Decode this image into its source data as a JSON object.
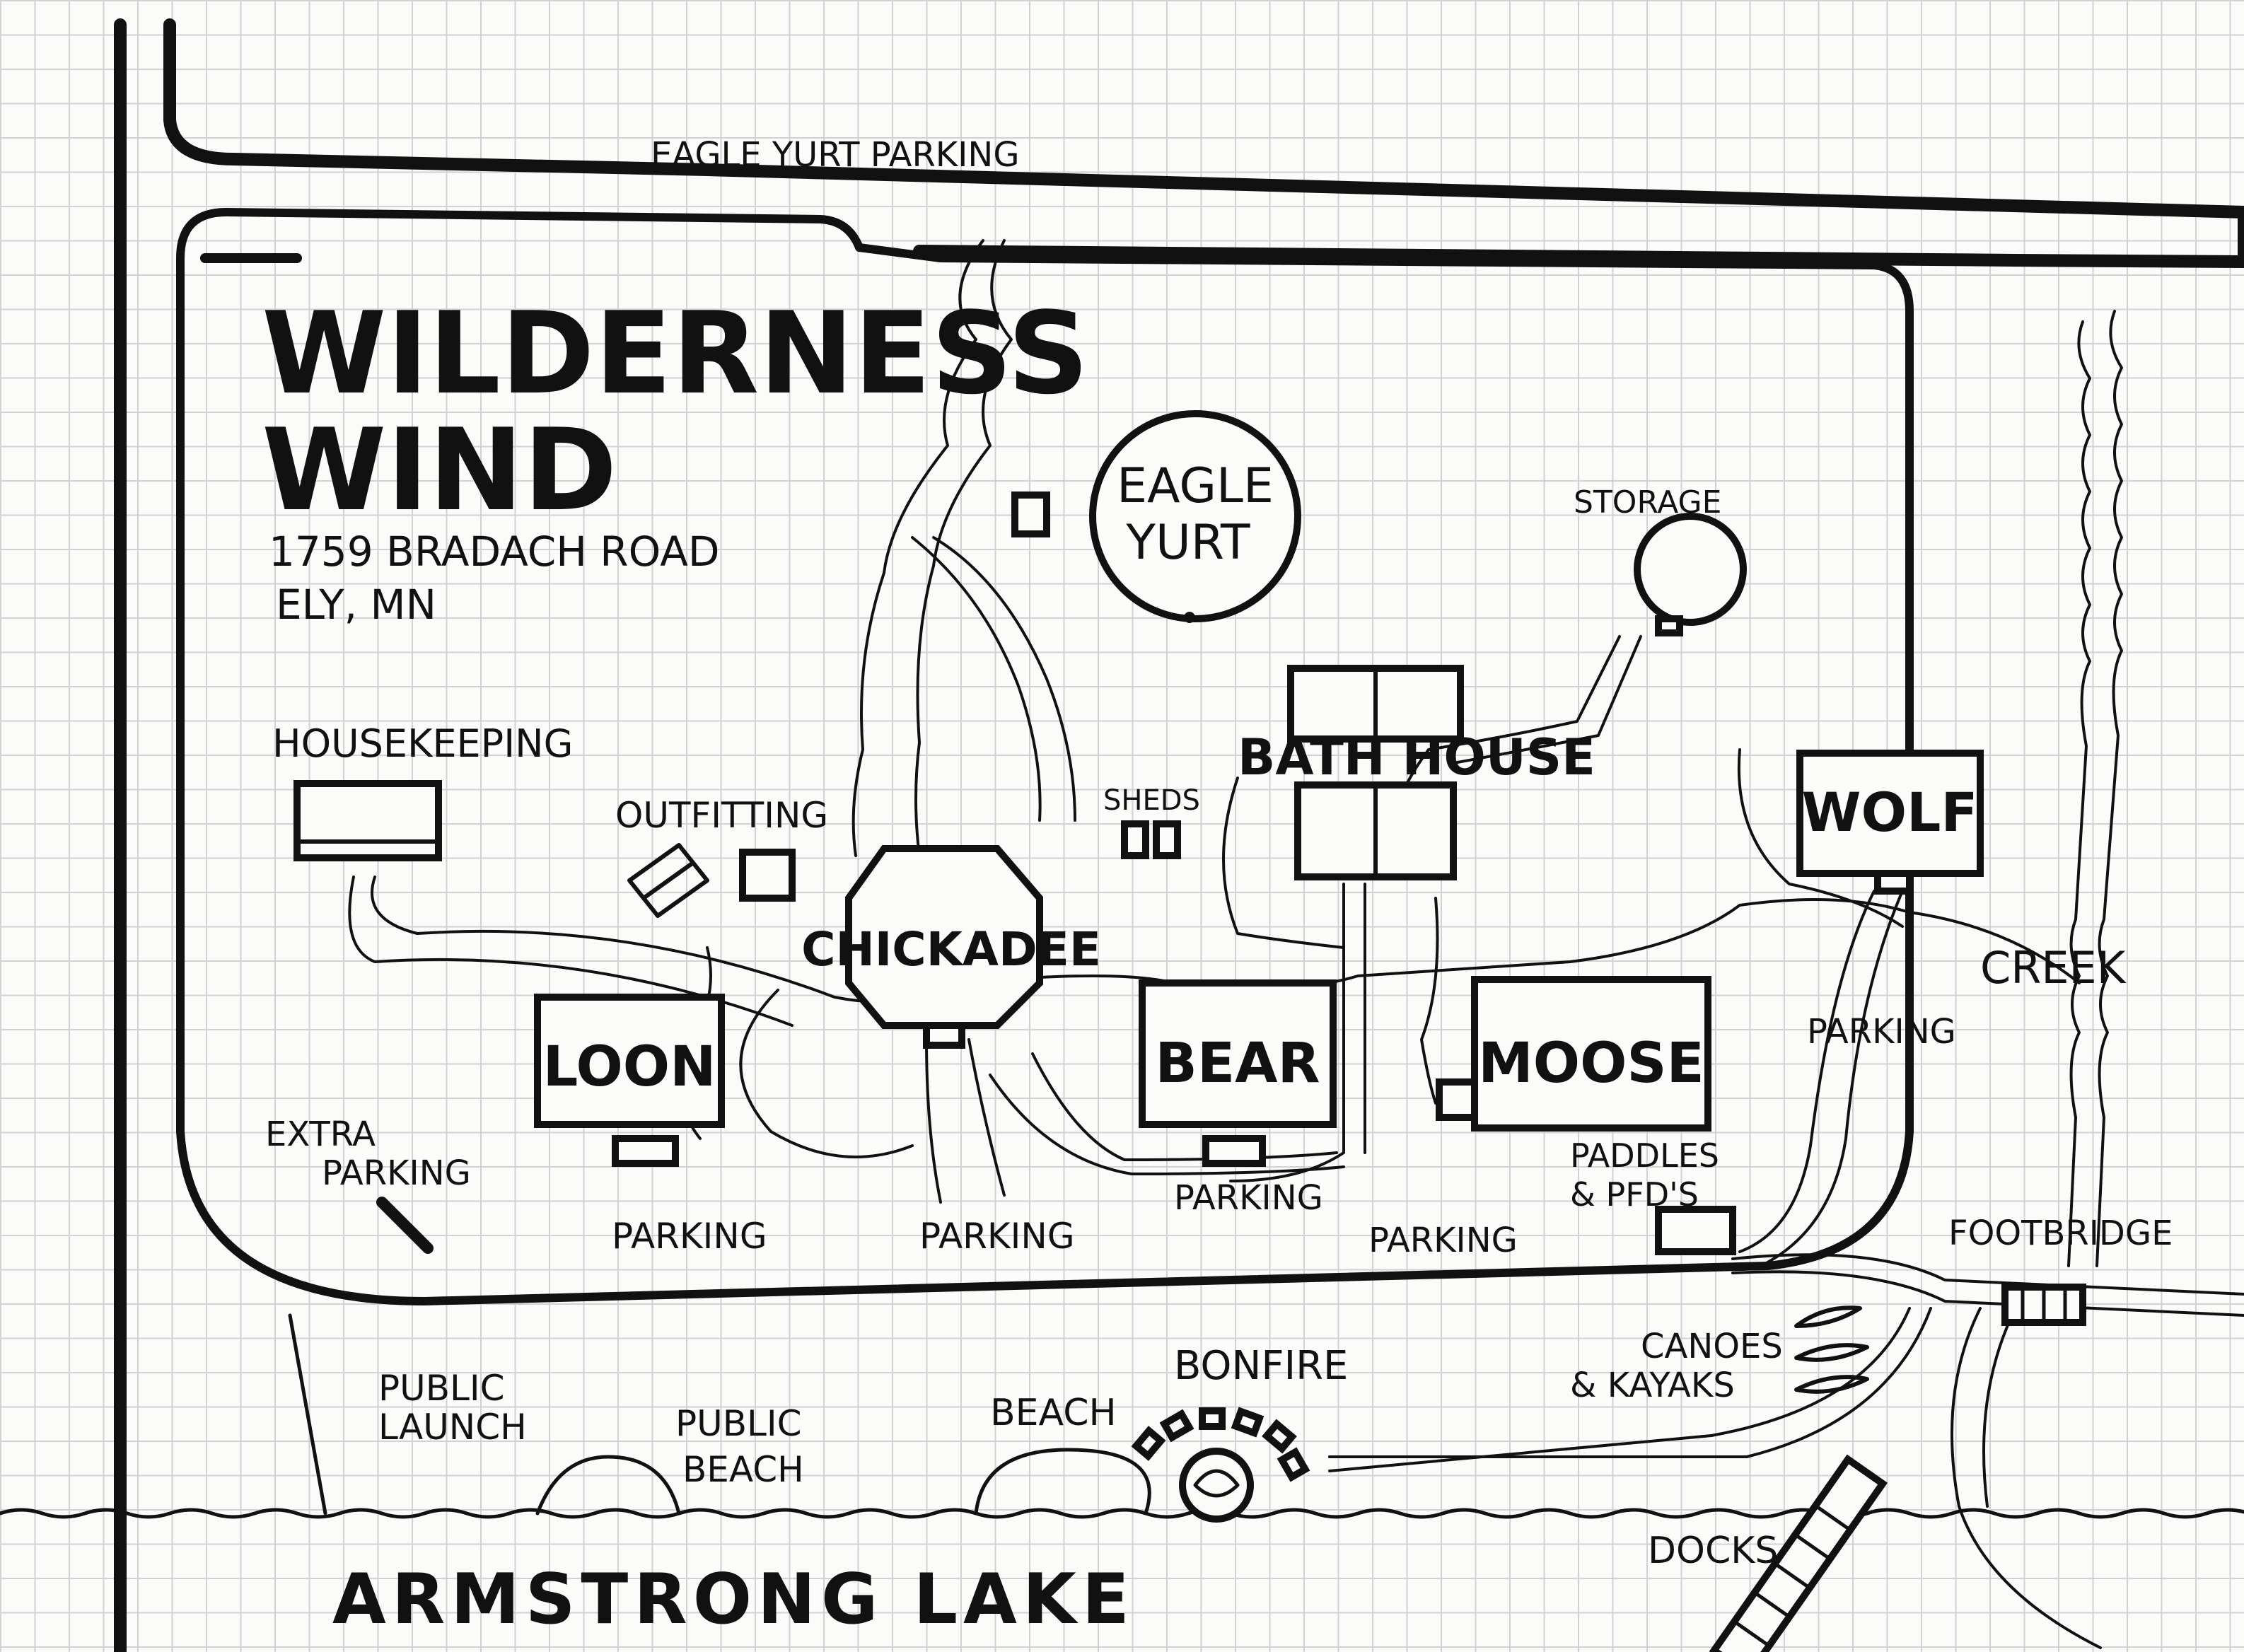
{
  "title_line1": "WILDERNESS",
  "title_line2": "WIND",
  "address_line1": "1759 BRADACH ROAD",
  "address_line2": "ELY, MN",
  "labels": {
    "eagle_yurt_parking": "EAGLE YURT PARKING",
    "eagle_yurt_1": "EAGLE",
    "eagle_yurt_2": "YURT",
    "storage": "STORAGE",
    "housekeeping": "HOUSEKEEPING",
    "outfitting": "OUTFITTING",
    "sheds": "SHEDS",
    "bath_house": "BATH HOUSE",
    "wolf": "WOLF",
    "creek": "CREEK",
    "chickadee": "CHICKADEE",
    "loon": "LOON",
    "bear": "BEAR",
    "moose": "MOOSE",
    "wolf_parking": "PARKING",
    "extra_parking_1": "EXTRA",
    "extra_parking_2": "PARKING",
    "loon_parking": "PARKING",
    "chickadee_parking": "PARKING",
    "bear_parking": "PARKING",
    "moose_parking": "PARKING",
    "paddles_1": "PADDLES",
    "paddles_2": "& PFD'S",
    "footbridge": "FOOTBRIDGE",
    "canoes_1": "CANOES",
    "canoes_2": "& KAYAKS",
    "bonfire": "BONFIRE",
    "beach": "BEACH",
    "public_launch_1": "PUBLIC",
    "public_launch_2": "LAUNCH",
    "public_beach_1": "PUBLIC",
    "public_beach_2": "BEACH",
    "docks": "DOCKS",
    "lake": "ARMSTRONG LAKE"
  }
}
